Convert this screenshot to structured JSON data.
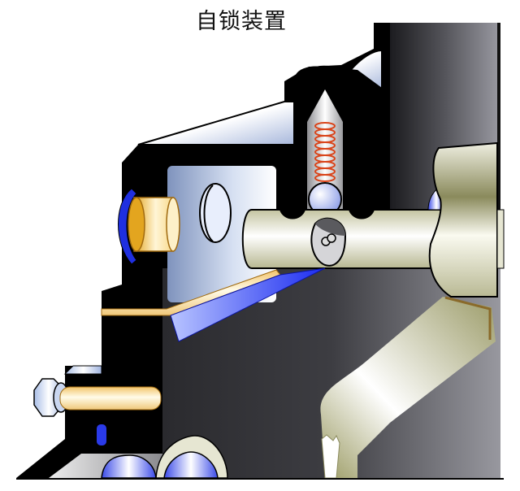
{
  "title": "自锁装置",
  "diagram": {
    "subject": "gearbox self-locking device cross-section",
    "components": [
      {
        "id": "housing",
        "label": "housing (black cross-section)"
      },
      {
        "id": "detent-spring",
        "label": "self-locking spring",
        "color": "#d9441a"
      },
      {
        "id": "detent-ball",
        "label": "self-locking steel ball"
      },
      {
        "id": "shift-rail",
        "label": "shift rail with detent notches"
      },
      {
        "id": "interlock-pin",
        "label": "interlock pin"
      },
      {
        "id": "shift-fork",
        "label": "shift fork"
      },
      {
        "id": "end-plug",
        "label": "rail end plug"
      },
      {
        "id": "bolt",
        "label": "hex bolt"
      },
      {
        "id": "gear-case",
        "label": "gear case wall"
      }
    ]
  },
  "colors": {
    "housing": "#000000",
    "case_gray_dark": "#2a2a2e",
    "case_gray_light": "#8e8e96",
    "steel_blue": "#8fa8d8",
    "accent_blue": "#1f2fe0",
    "brass": "#f4c25a",
    "olive": "#c9c9a6",
    "spring": "#d9441a"
  }
}
